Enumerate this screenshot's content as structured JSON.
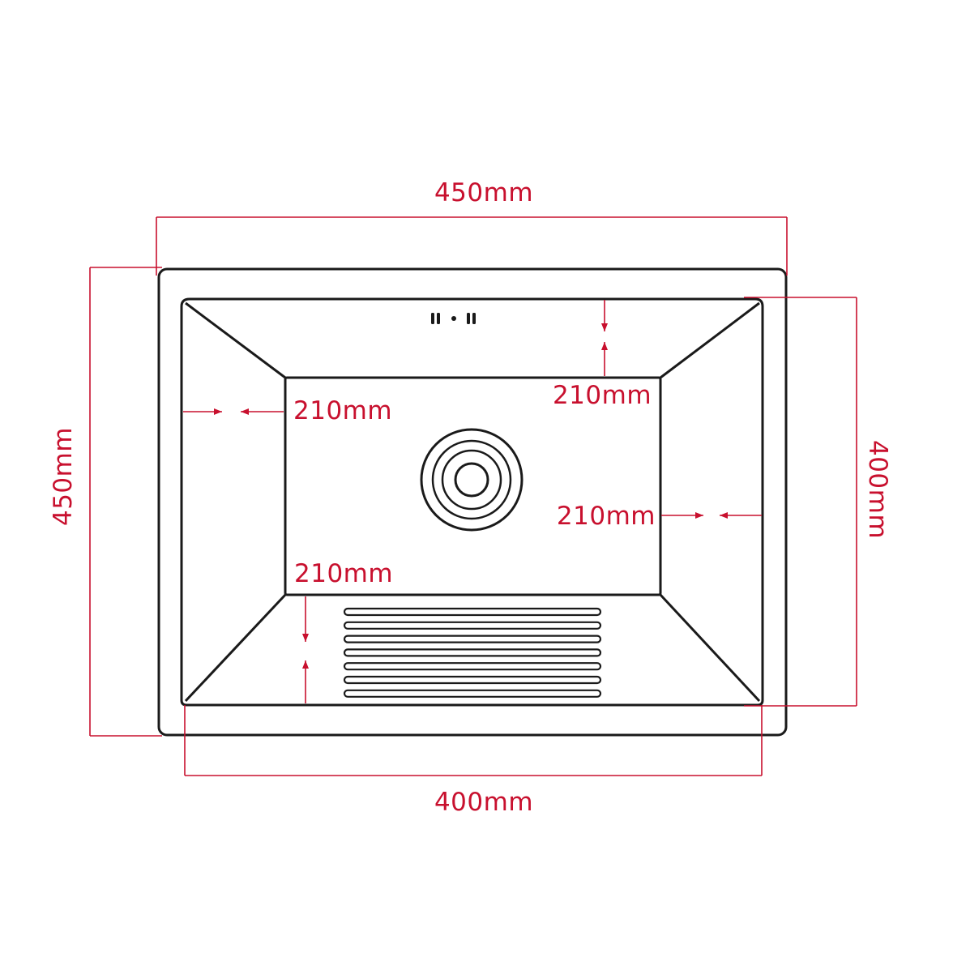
{
  "diagram": {
    "line_color": "#1a1a1a",
    "dimension_color": "#c8102e",
    "labels": {
      "top_width": "450mm",
      "bottom_width": "400mm",
      "left_height": "450mm",
      "right_height": "400mm",
      "inner_left": "210mm",
      "inner_top": "210mm",
      "inner_right": "210mm",
      "inner_bottom": "210mm"
    },
    "washboard_ribs": 7
  }
}
